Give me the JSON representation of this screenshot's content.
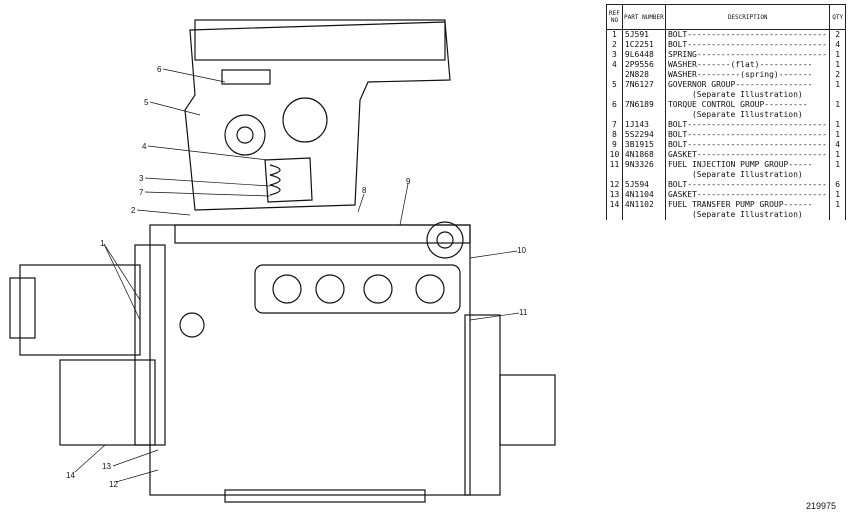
{
  "callouts": [
    "1",
    "2",
    "3",
    "4",
    "5",
    "6",
    "7",
    "8",
    "9",
    "10",
    "11",
    "12",
    "13",
    "14"
  ],
  "table": {
    "headers": {
      "ref": "REF NO",
      "part": "PART NUMBER",
      "description": "DESCRIPTION",
      "qty": "QTY"
    },
    "rows": [
      {
        "ref": "1",
        "part": "5J591",
        "desc": "BOLT-----------------------------",
        "qty": "2",
        "note": ""
      },
      {
        "ref": "2",
        "part": "1C2251",
        "desc": "BOLT-----------------------------",
        "qty": "4",
        "note": ""
      },
      {
        "ref": "3",
        "part": "9L6448",
        "desc": "SPRING---------------------------",
        "qty": "1",
        "note": ""
      },
      {
        "ref": "4",
        "part": "2P9556",
        "desc": "WASHER-------(flat)-----------",
        "qty": "1",
        "note": ""
      },
      {
        "ref": "",
        "part": "2N828",
        "desc": "WASHER---------(spring)-------",
        "qty": "2",
        "note": ""
      },
      {
        "ref": "5",
        "part": "7N6127",
        "desc": "GOVERNOR GROUP----------------",
        "qty": "1",
        "note": "(Separate Illustration)"
      },
      {
        "ref": "6",
        "part": "7N6189",
        "desc": "TORQUE CONTROL GROUP---------",
        "qty": "1",
        "note": "(Separate Illustration)"
      },
      {
        "ref": "7",
        "part": "1J143",
        "desc": "BOLT-----------------------------",
        "qty": "1",
        "note": ""
      },
      {
        "ref": "8",
        "part": "5S2294",
        "desc": "BOLT-----------------------------",
        "qty": "1",
        "note": ""
      },
      {
        "ref": "9",
        "part": "3B1915",
        "desc": "BOLT-----------------------------",
        "qty": "4",
        "note": ""
      },
      {
        "ref": "10",
        "part": "4N1868",
        "desc": "GASKET---------------------------",
        "qty": "1",
        "note": ""
      },
      {
        "ref": "11",
        "part": "9N3326",
        "desc": "FUEL INJECTION PUMP GROUP-----",
        "qty": "1",
        "note": "(Separate Illustration)"
      },
      {
        "ref": "12",
        "part": "5J594",
        "desc": "BOLT-----------------------------",
        "qty": "6",
        "note": ""
      },
      {
        "ref": "13",
        "part": "4N1104",
        "desc": "GASKET---------------------------",
        "qty": "1",
        "note": ""
      },
      {
        "ref": "14",
        "part": "4N1102",
        "desc": "FUEL TRANSFER PUMP GROUP------",
        "qty": "1",
        "note": "(Separate Illustration)"
      }
    ]
  },
  "figure_number": "219975"
}
